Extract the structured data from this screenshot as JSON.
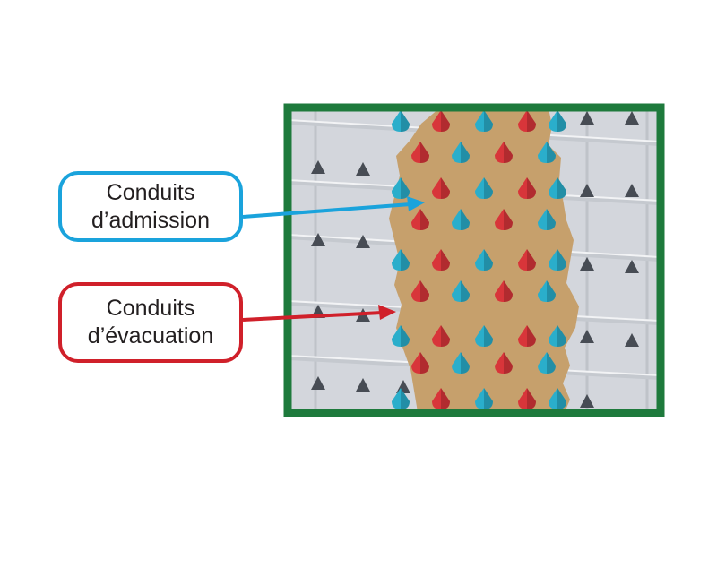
{
  "callouts": {
    "intake": {
      "line1": "Conduits",
      "line2": "d’admission",
      "color": "#1aa3dc"
    },
    "exhaust": {
      "line1": "Conduits",
      "line2": "d’évacuation",
      "color": "#d0202a"
    }
  },
  "panel": {
    "frame_color": "#1e7a3c",
    "wall_color": "#d3d6dc",
    "patch_color": "#c6a06c",
    "intake_marker_color": "#2aaecb",
    "exhaust_marker_color": "#d8353a",
    "plain_marker_color": "#474c54"
  }
}
